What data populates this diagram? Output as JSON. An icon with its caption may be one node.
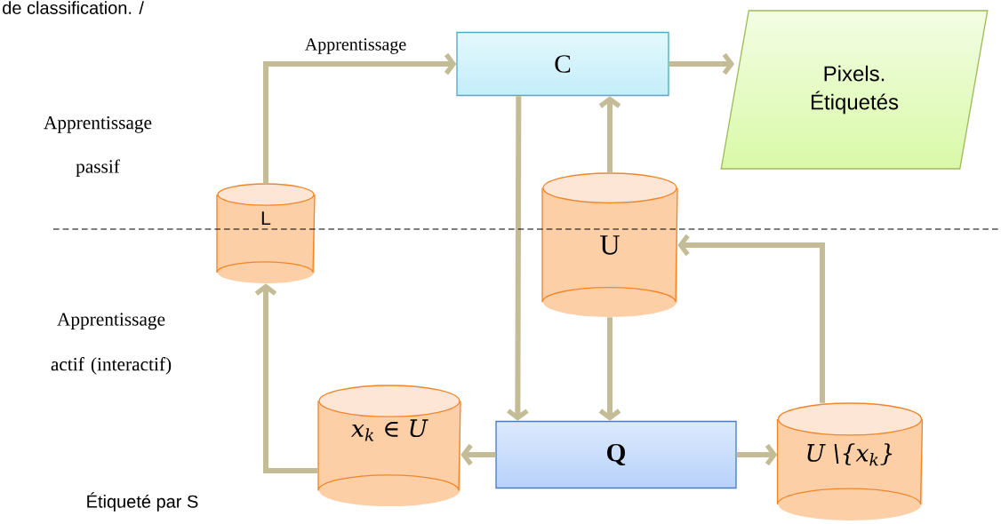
{
  "diagram": {
    "nodes": [
      {
        "text": [
          "C"
        ]
      },
      {
        "text": [
          "Pixels. Étiquetés"
        ]
      },
      {
        "text": [
          "L"
        ]
      },
      {
        "text": [
          "U"
        ]
      },
      {
        "text": [
          "x$_{k}$ ∈ U"
        ]
      },
      {
        "text": [
          "Q"
        ]
      },
      {
        "text": [
          "U \\{x$_{k}$}"
        ]
      }
    ],
    "edges": [
      {
        "from": 2,
        "to": 0,
        "arrow": "to",
        "label": "Apprentissage"
      },
      {
        "from": 0,
        "to": 1,
        "arrow": "to"
      },
      {
        "from": 3,
        "to": 0,
        "arrow": "to"
      },
      {
        "from": 0,
        "to": 5,
        "arrow": "to"
      },
      {
        "from": 3,
        "to": 5,
        "arrow": "to"
      },
      {
        "from": 5,
        "to": 4,
        "arrow": "to"
      },
      {
        "from": 5,
        "to": 6,
        "arrow": "to"
      },
      {
        "from": 4,
        "to": 2,
        "arrow": "to"
      },
      {
        "from": 6,
        "to": 3,
        "arrow": "to"
      }
    ],
    "labels": [
      "de classification. /",
      "Apprentissage passif",
      "Apprentissage actif (interactif)",
      "Étiqueté par S"
    ]
  }
}
